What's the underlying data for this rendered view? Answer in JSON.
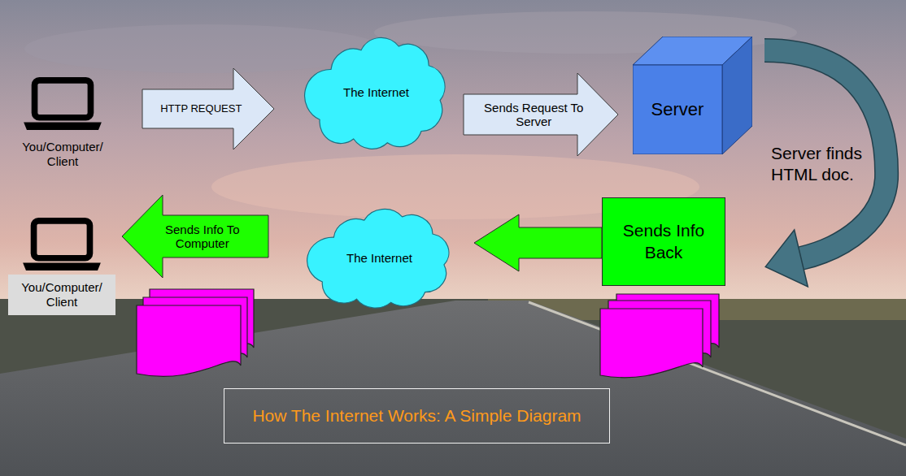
{
  "diagram": {
    "caption": "How The Internet Works: A Simple Diagram",
    "nodes": [
      {
        "text": [
          "You/Computer/ Client"
        ]
      },
      {
        "text": [
          "The Internet"
        ]
      },
      {
        "text": [
          "Server"
        ]
      },
      {
        "text": [
          "Sends Info Back"
        ]
      },
      {
        "text": [
          "The Internet"
        ]
      },
      {
        "text": [
          "You/Computer/ Client"
        ]
      }
    ],
    "edges": [
      {
        "from": 0,
        "to": 1,
        "arrow": "to",
        "label": "HTTP REQUEST"
      },
      {
        "from": 1,
        "to": 2,
        "arrow": "to",
        "label": "Sends Request To Server"
      },
      {
        "from": 2,
        "to": 3,
        "arrow": "to",
        "label": "Server finds HTML doc."
      },
      {
        "from": 3,
        "to": 4,
        "arrow": "to"
      },
      {
        "from": 4,
        "to": 5,
        "arrow": "to",
        "label": "Sends Info To Computer"
      }
    ]
  }
}
